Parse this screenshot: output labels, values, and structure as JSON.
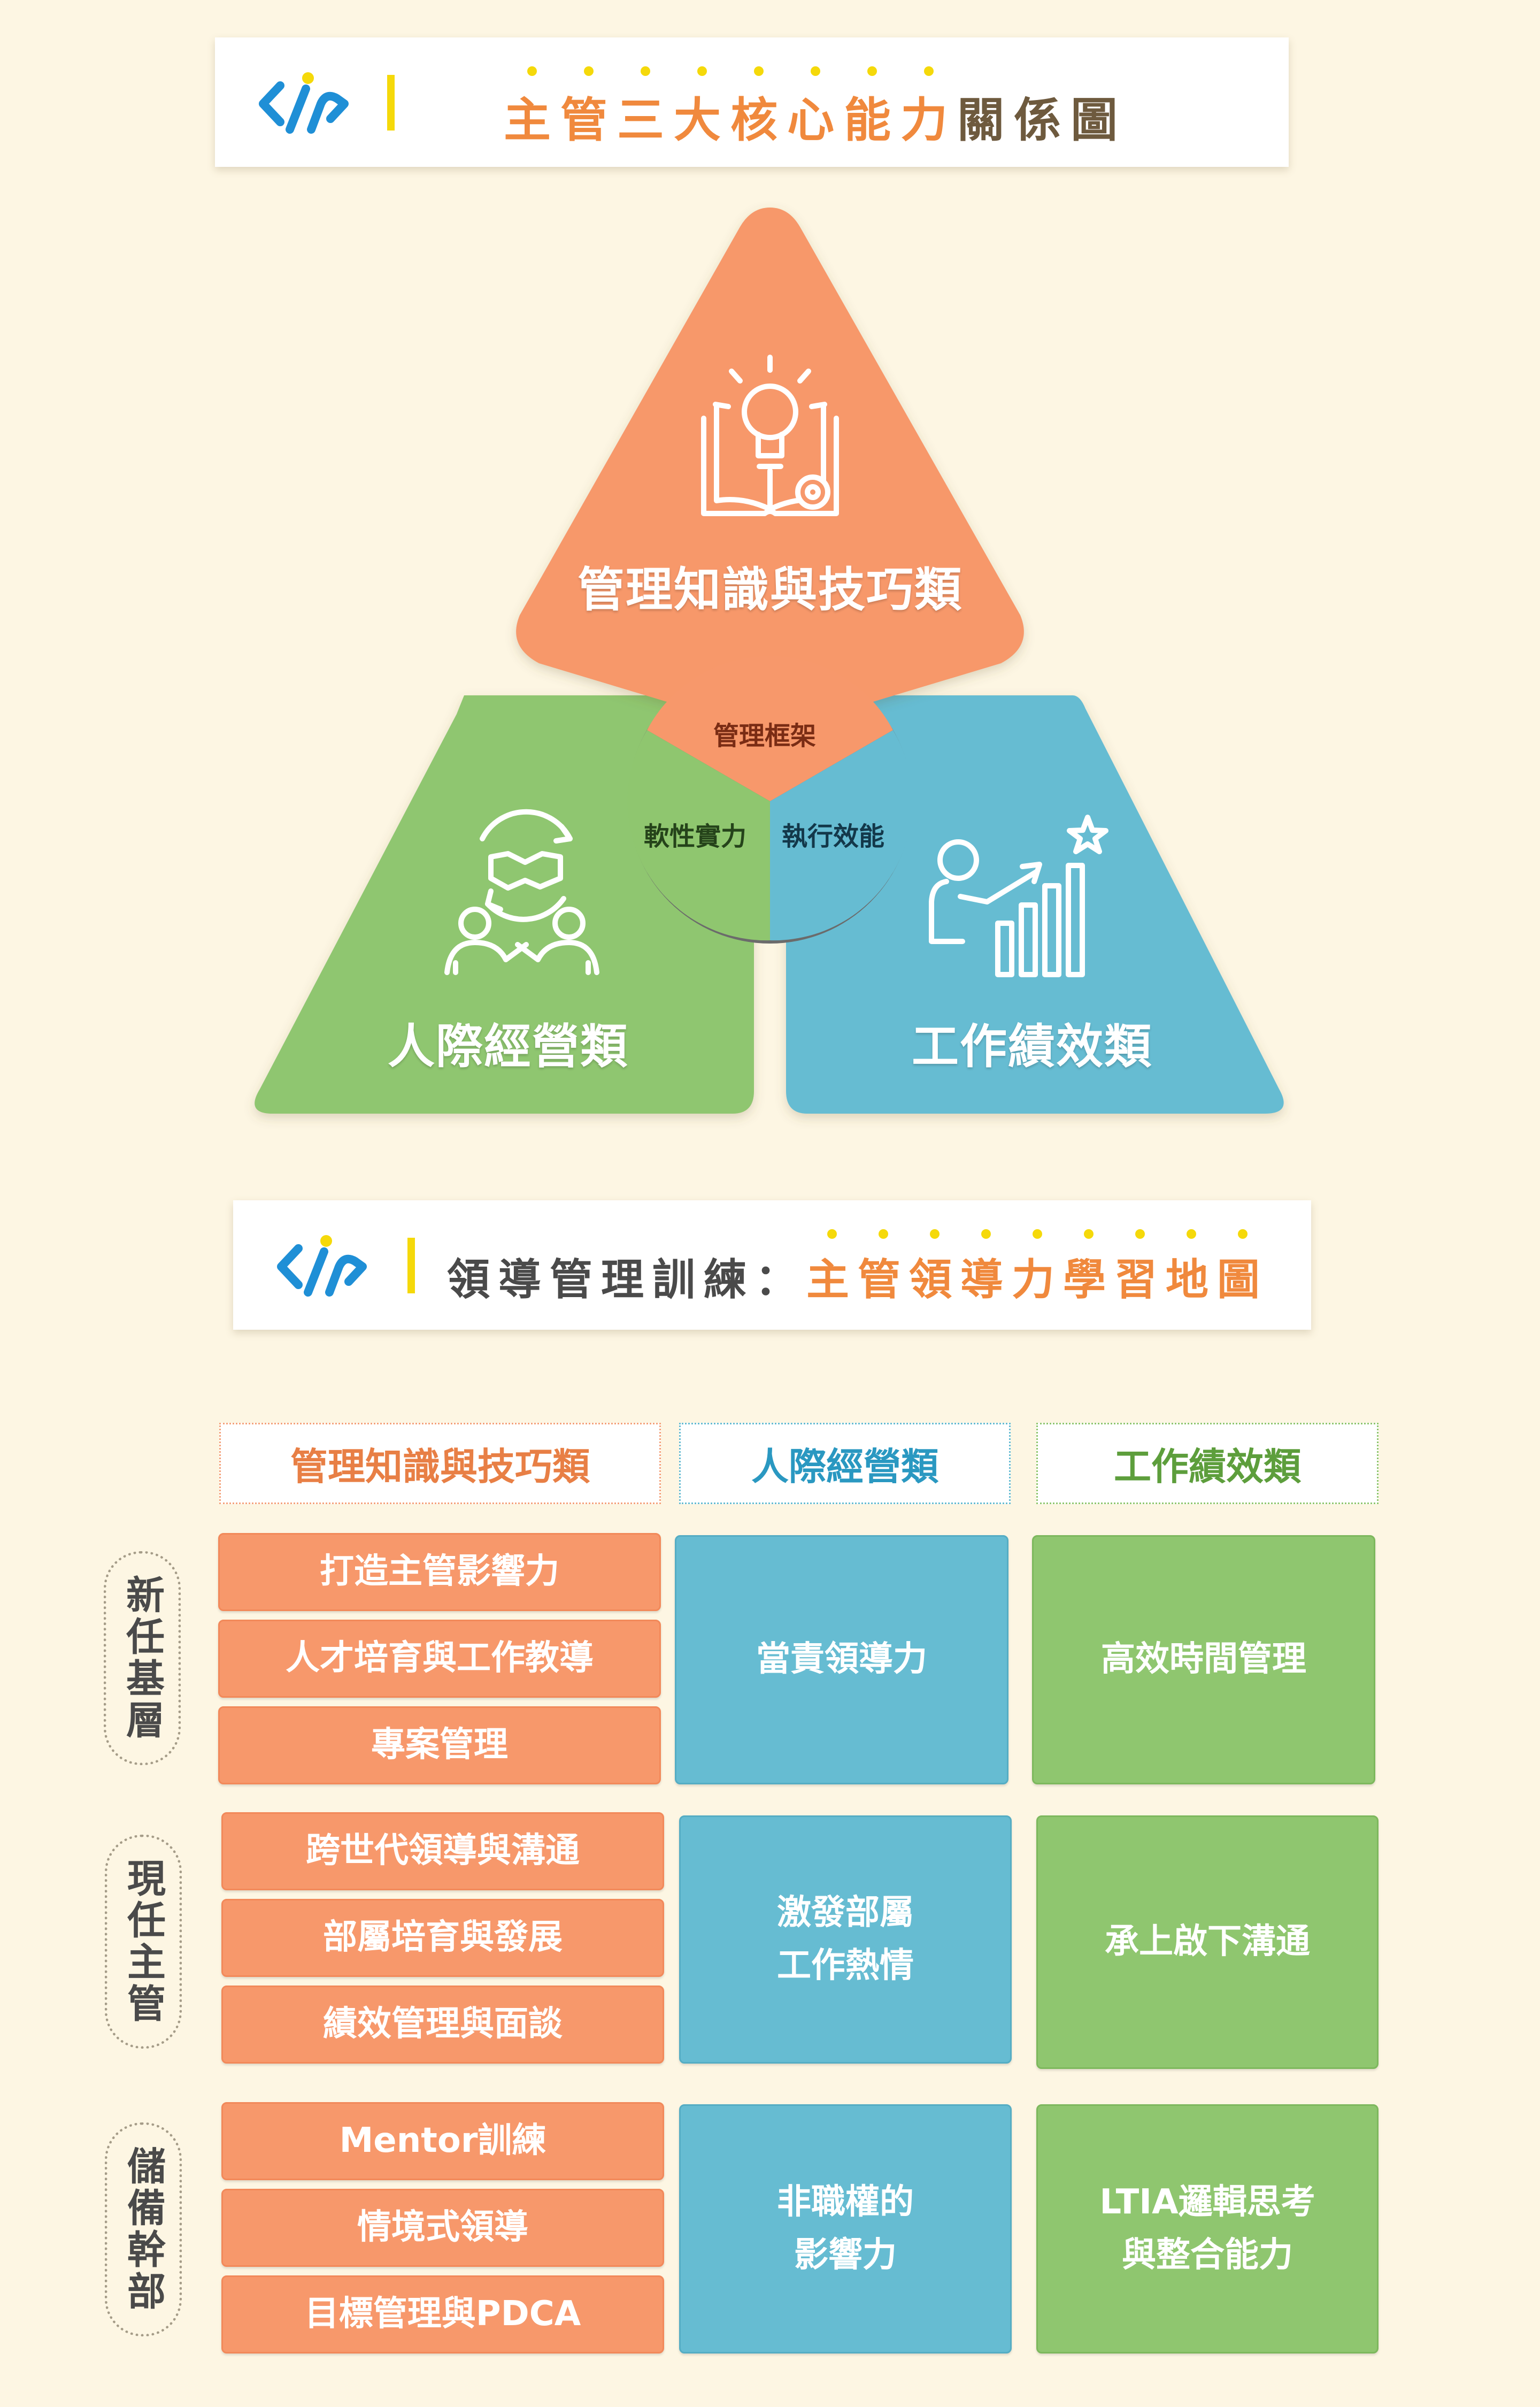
{
  "colors": {
    "orange": "#f7986b",
    "green": "#8fc66f",
    "blue": "#66bcd2",
    "yellow": "#f5d90a",
    "logo_blue": "#1f8fd6",
    "accent_text": "#f0893d",
    "brown_text": "#6e5a3e",
    "background": "#fdf6e3"
  },
  "banner1": {
    "title_emph": "主管三大核心能力",
    "title_rest": "關係圖"
  },
  "triangle": {
    "top_label": "管理知識與技巧類",
    "left_label": "人際經營類",
    "right_label": "工作績效類",
    "center": {
      "top": "管理框架",
      "left": "軟性實力",
      "right": "執行效能"
    },
    "icons": [
      "lightbulb-book-gear-icon",
      "handshake-people-icon",
      "growth-chart-icon"
    ]
  },
  "banner2": {
    "title_rest": "領導管理訓練：",
    "title_emph": "主管領導力學習地圖"
  },
  "map": {
    "columns": [
      "管理知識與技巧類",
      "人際經營類",
      "工作績效類"
    ],
    "rows": [
      {
        "level": "新任基層",
        "knowledge": [
          "打造主管影響力",
          "人才培育與工作教導",
          "專案管理"
        ],
        "interpersonal": "當責領導力",
        "performance": "高效時間管理"
      },
      {
        "level": "現任主管",
        "knowledge": [
          "跨世代領導與溝通",
          "部屬培育與發展",
          "績效管理與面談"
        ],
        "interpersonal": "激發部屬\n工作熱情",
        "performance": "承上啟下溝通"
      },
      {
        "level": "儲備幹部",
        "knowledge": [
          "Mentor訓練",
          "情境式領導",
          "目標管理與PDCA"
        ],
        "interpersonal": "非職權的\n影響力",
        "performance": "LTIA邏輯思考\n與整合能力"
      }
    ]
  }
}
